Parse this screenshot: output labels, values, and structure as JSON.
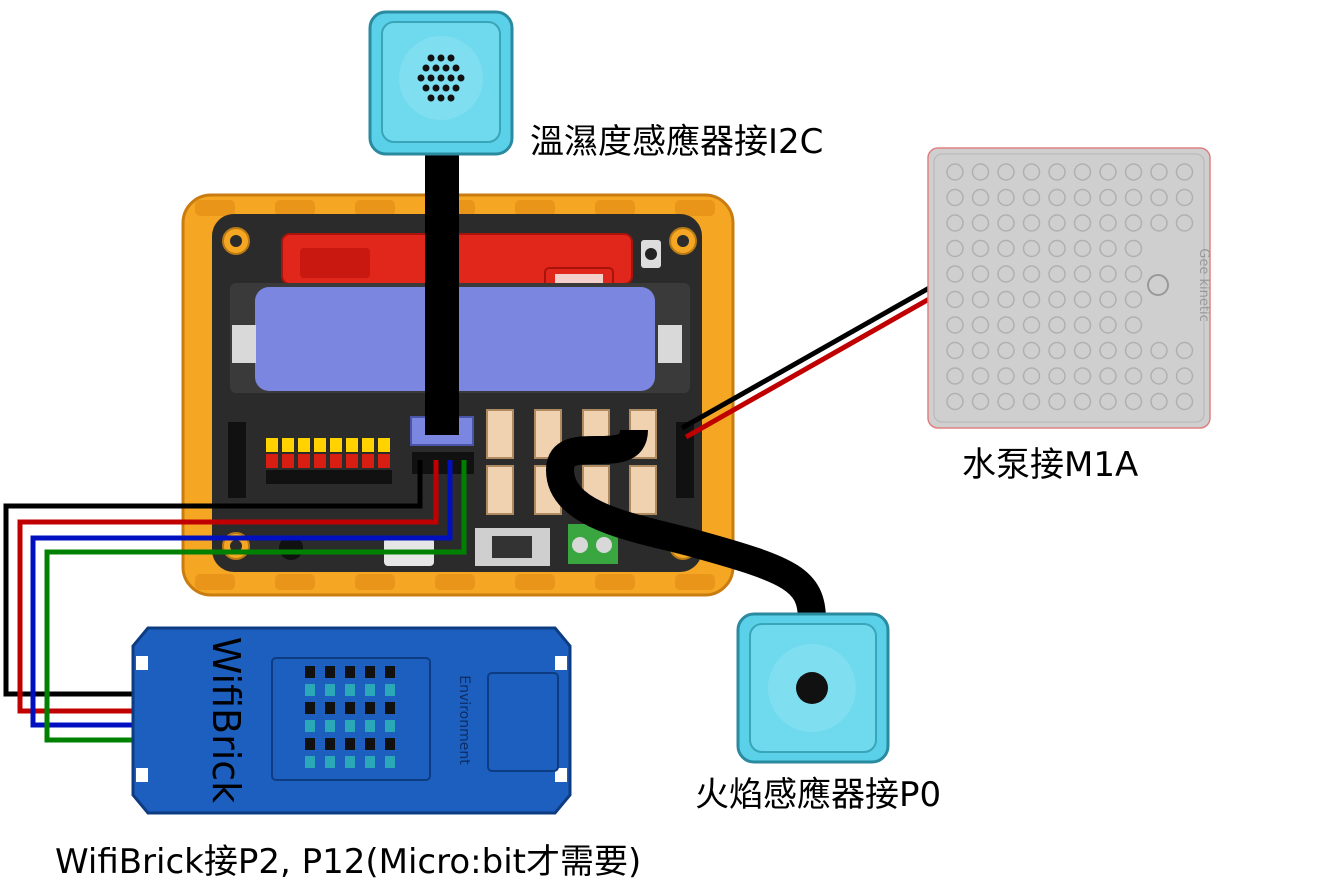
{
  "labels": {
    "temp_humidity": "溫濕度感應器接I2C",
    "water_pump": "水泵接M1A",
    "flame_sensor": "火焰感應器接P0",
    "wifibrick_connection": "WifiBrick接P2, P12(Micro:bit才需要)"
  },
  "module_text": {
    "wifibrick_name": "WifiBrick",
    "environment": "Environment",
    "pump_brand": "Gee kinetic"
  },
  "colors": {
    "board_frame": "#f5a623",
    "board_pcb": "#2b2b2b",
    "battery": "#7b86e0",
    "sensor_cyan": "#5ad1e8",
    "pump_grey": "#cfcfcf",
    "wifibrick_blue": "#1d5fbf",
    "wire_black": "#000000",
    "wire_red": "#c00000",
    "wire_blue": "#0010c0",
    "wire_green": "#008000"
  }
}
